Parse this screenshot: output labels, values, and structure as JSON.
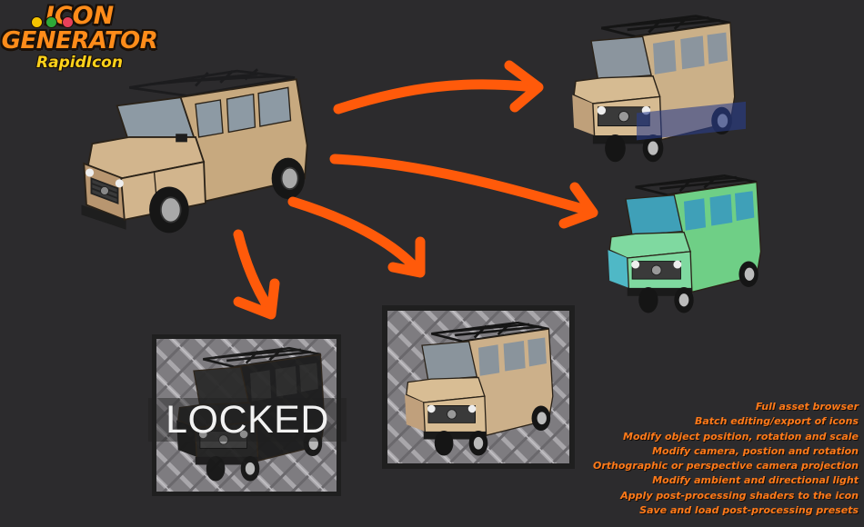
{
  "logo": {
    "line1": "ICON",
    "line2": "GENERATOR",
    "line3": "RapidIcon",
    "dot_colors": [
      "#f5c400",
      "#2ea838",
      "#e8405a"
    ]
  },
  "locked_panel": {
    "label": "LOCKED"
  },
  "features": [
    "Full asset browser",
    "Batch editing/export of icons",
    "Modify object position, rotation and scale",
    "Modify camera, postion and rotation",
    "Orthographic or perspective camera projection",
    "Modify ambient and directional light",
    "Apply post-processing shaders to the icon",
    "Save and load post-processing presets"
  ],
  "colors": {
    "background": "#2c2b2d",
    "arrow": "#ff5a0a",
    "feature_text": "#ff7a1a",
    "vehicle_body": "#d2b58d",
    "vehicle_tinted_body": "#6fcf86",
    "vehicle_tinted_roof": "#2a3d8c"
  },
  "icons": {
    "source_vehicle": "suv-icon",
    "arrow": "curved-arrow-icon",
    "tile_pattern": "tread-plate-pattern"
  }
}
